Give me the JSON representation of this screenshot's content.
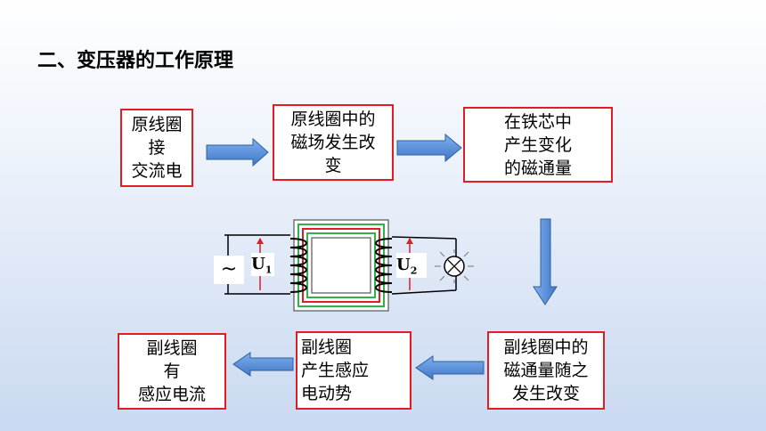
{
  "title": "二、变压器的工作原理",
  "boxes": {
    "b1": [
      "原线圈",
      "接",
      "交流电"
    ],
    "b2": [
      "原线圈中的",
      "磁场发生改",
      "变"
    ],
    "b3": [
      "在铁芯中",
      "产生变化",
      "的磁通量"
    ],
    "b4": [
      "副线圈中的",
      "磁通量随之",
      "发生改变"
    ],
    "b5": [
      "副线圈",
      "产生感应",
      "电动势"
    ],
    "b6": [
      "副线圈",
      "有",
      "感应电流"
    ]
  },
  "circuit": {
    "source_symbol": "~",
    "u1": "U",
    "u1_sub": "1",
    "u2": "U",
    "u2_sub": "2"
  },
  "colors": {
    "box_border": "#e21c24",
    "arrow_fill": "#4a86d8",
    "arrow_stroke": "#2f5f9e",
    "flux_red": "#e21c24",
    "flux_green": "#2fb24a"
  }
}
